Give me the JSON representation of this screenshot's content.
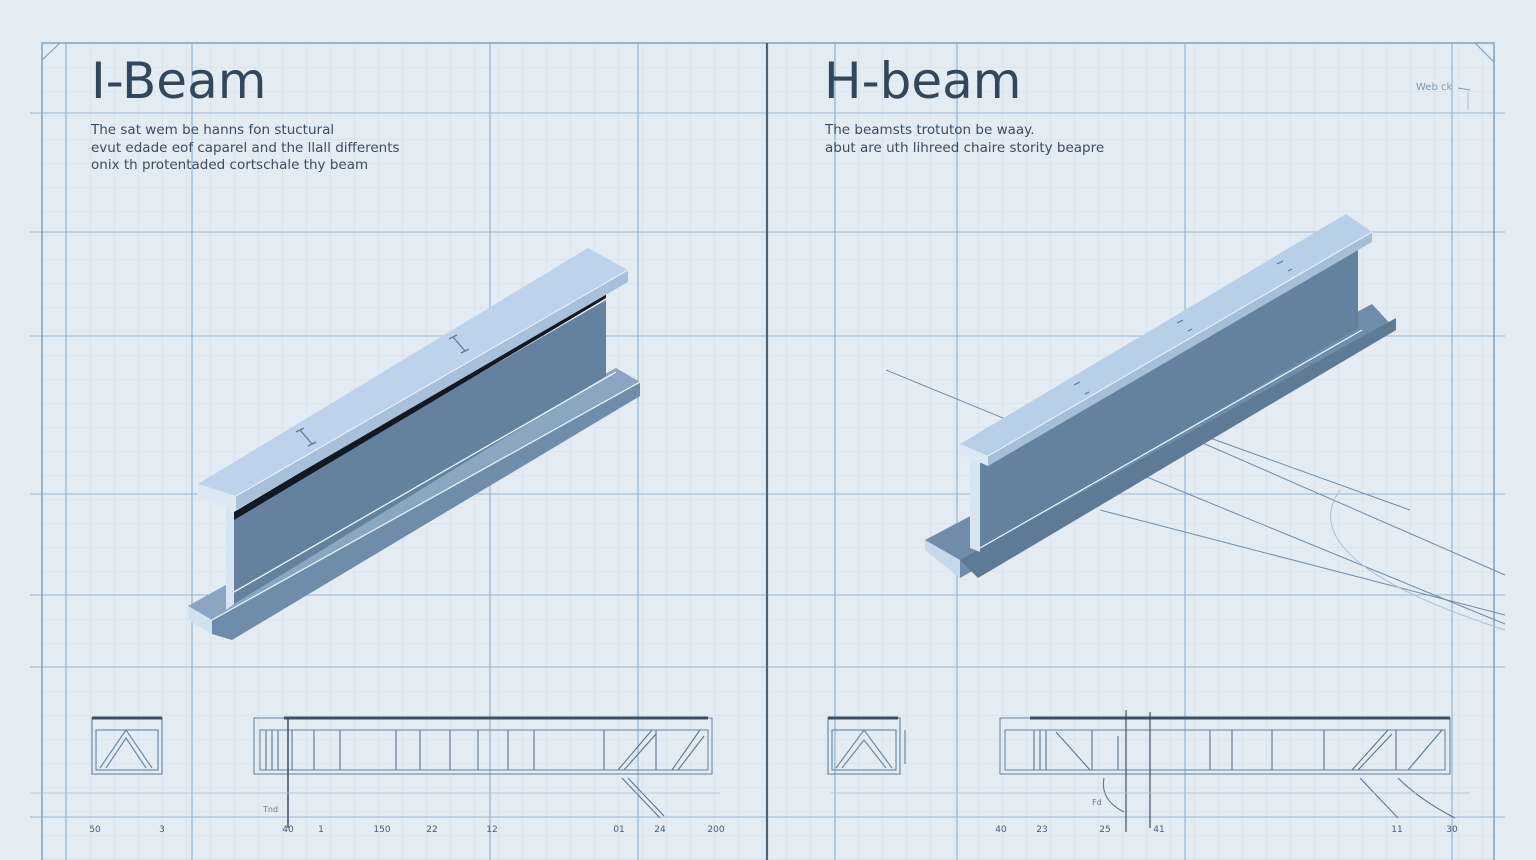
{
  "colors": {
    "background": "#e3ebf3",
    "grid_major": "#8fb0cc",
    "grid_minor": "#cbdbe8",
    "frame": "#7fa3c2",
    "divider": "#4e6276",
    "title_text": "#33475b",
    "body_text": "#3c4d5e",
    "beam_top": "#bcd3eb",
    "beam_web": "#64829f",
    "beam_flange_side": "#7d9bb8",
    "beam_edge": "#eef5fb",
    "beam_shadow_line": "#101820"
  },
  "left_panel": {
    "title": "I-Beam",
    "description": "The sat wem be hanns fon stuctural\nevut edade eof caparel and the llall differents\nonix th protentaded cortschale thy beam",
    "illustration": "isometric-i-beam",
    "elevation_label": "Tnd",
    "dimension_ticks": [
      "50",
      "3",
      "40",
      "1",
      "150",
      "22",
      "12",
      "01",
      "24",
      "200"
    ]
  },
  "right_panel": {
    "title": "H-beam",
    "description": "The beamsts trotuton be waay.\nabut are uth lihreed chaire stority beapre",
    "corner_note": "Web ck",
    "illustration": "isometric-h-beam",
    "elevation_label": "Fd",
    "dimension_ticks": [
      "40",
      "23",
      "25",
      "41",
      "11",
      "30"
    ]
  }
}
